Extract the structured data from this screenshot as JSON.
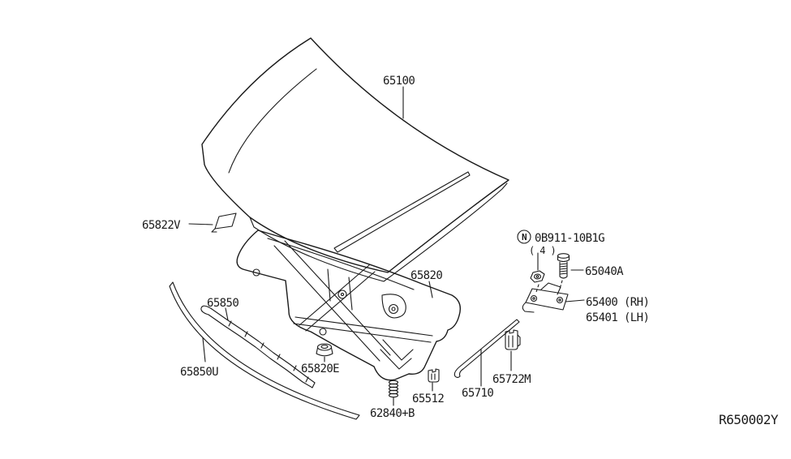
{
  "diagram": {
    "background_color": "#ffffff",
    "line_color": "#1a1a1a",
    "ref_code": "R650002Y",
    "parts": {
      "hood_panel": "65100",
      "hood_sticker": "65822V",
      "hood_frame": "65820",
      "nut_symbol": "N",
      "nut_part": "0B911-10B1G",
      "nut_qty": "( 4 )",
      "bolt": "65040A",
      "hinge_rh": "65400 (RH)",
      "hinge_lh": "65401 (LH)",
      "seal": "65850",
      "seal_outer": "65850U",
      "grommet": "65820E",
      "bumper": "62840+B",
      "clip": "65512",
      "rod": "65710",
      "rod_clip": "65722M"
    }
  }
}
